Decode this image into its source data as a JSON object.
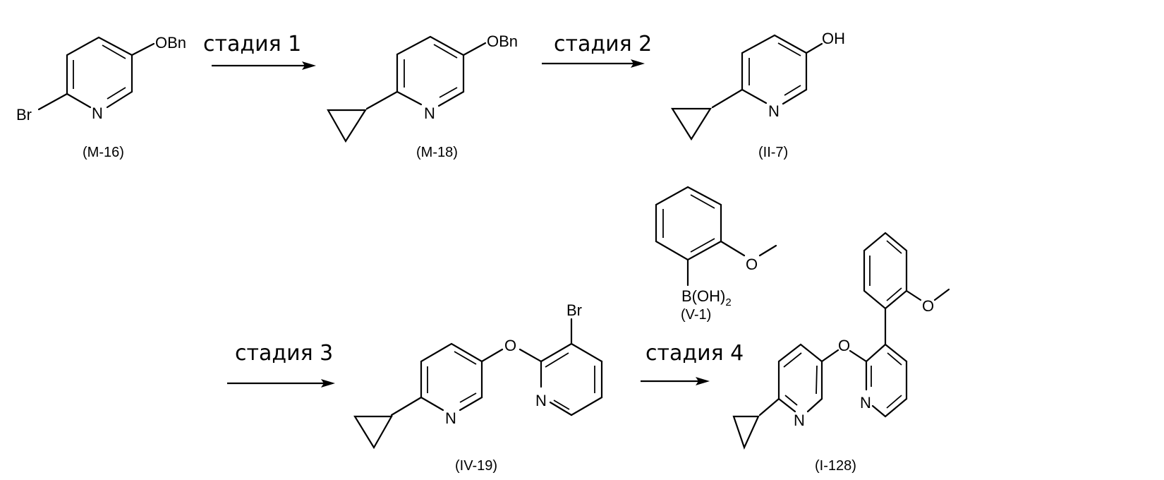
{
  "scheme": {
    "stages": [
      {
        "id": "stage-1",
        "label": "стадия 1"
      },
      {
        "id": "stage-2",
        "label": "стадия 2"
      },
      {
        "id": "stage-3",
        "label": "стадия 3"
      },
      {
        "id": "stage-4",
        "label": "стадия 4"
      }
    ],
    "compounds": {
      "m16": {
        "label": "(M-16)",
        "substituents": {
          "br": "Br",
          "n": "N",
          "obn": "OBn"
        }
      },
      "m18": {
        "label": "(M-18)",
        "substituents": {
          "n": "N",
          "obn": "OBn"
        }
      },
      "ii7": {
        "label": "(II-7)",
        "substituents": {
          "n": "N",
          "oh": "OH"
        }
      },
      "v1": {
        "label": "(V-1)",
        "substituents": {
          "o": "O",
          "b": "B(OH)",
          "sub": "2"
        }
      },
      "iv19": {
        "label": "(IV-19)",
        "substituents": {
          "n1": "N",
          "o": "O",
          "n2": "N",
          "br": "Br"
        }
      },
      "i128": {
        "label": "(I-128)",
        "substituents": {
          "n1": "N",
          "o": "O",
          "n2": "N",
          "o2": "O"
        }
      }
    }
  },
  "colors": {
    "ink": "#000000",
    "background": "#ffffff"
  }
}
